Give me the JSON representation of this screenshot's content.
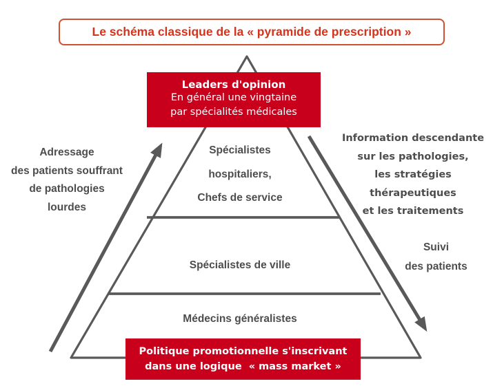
{
  "colors": {
    "box_red": "#c9001b",
    "title_text": "#d4331c",
    "title_border": "#d0502f",
    "label_gray": "#4d4d4d",
    "line_gray": "#595959"
  },
  "title": {
    "text": "Le schéma classique de la « pyramide de prescription »"
  },
  "pyramid": {
    "apex_box": {
      "heading": "Leaders d'opinion",
      "lines": [
        "En général une vingtaine",
        "par spécialités médicales"
      ]
    },
    "levels": [
      {
        "lines": [
          "Spécialistes",
          "hospitaliers,",
          "Chefs de service"
        ]
      },
      {
        "lines": [
          "Spécialistes de ville"
        ]
      },
      {
        "lines": [
          "Médecins généralistes"
        ]
      }
    ],
    "base_box": {
      "lines": [
        "Politique promotionnelle s'inscrivant",
        "dans une logique  « mass market »"
      ]
    }
  },
  "annotations": {
    "left": {
      "lines": [
        "Adressage",
        "des patients souffrant",
        "de pathologies",
        "lourdes"
      ]
    },
    "right_top": {
      "lines": [
        "Information descendante",
        "sur les pathologies,",
        "les stratégies",
        "thérapeutiques",
        "et les traitements"
      ]
    },
    "right_bottom": {
      "lines": [
        "Suivi",
        "des patients"
      ]
    }
  },
  "icons": {
    "referral_arrow": "↗",
    "information_arrow": "↘"
  }
}
